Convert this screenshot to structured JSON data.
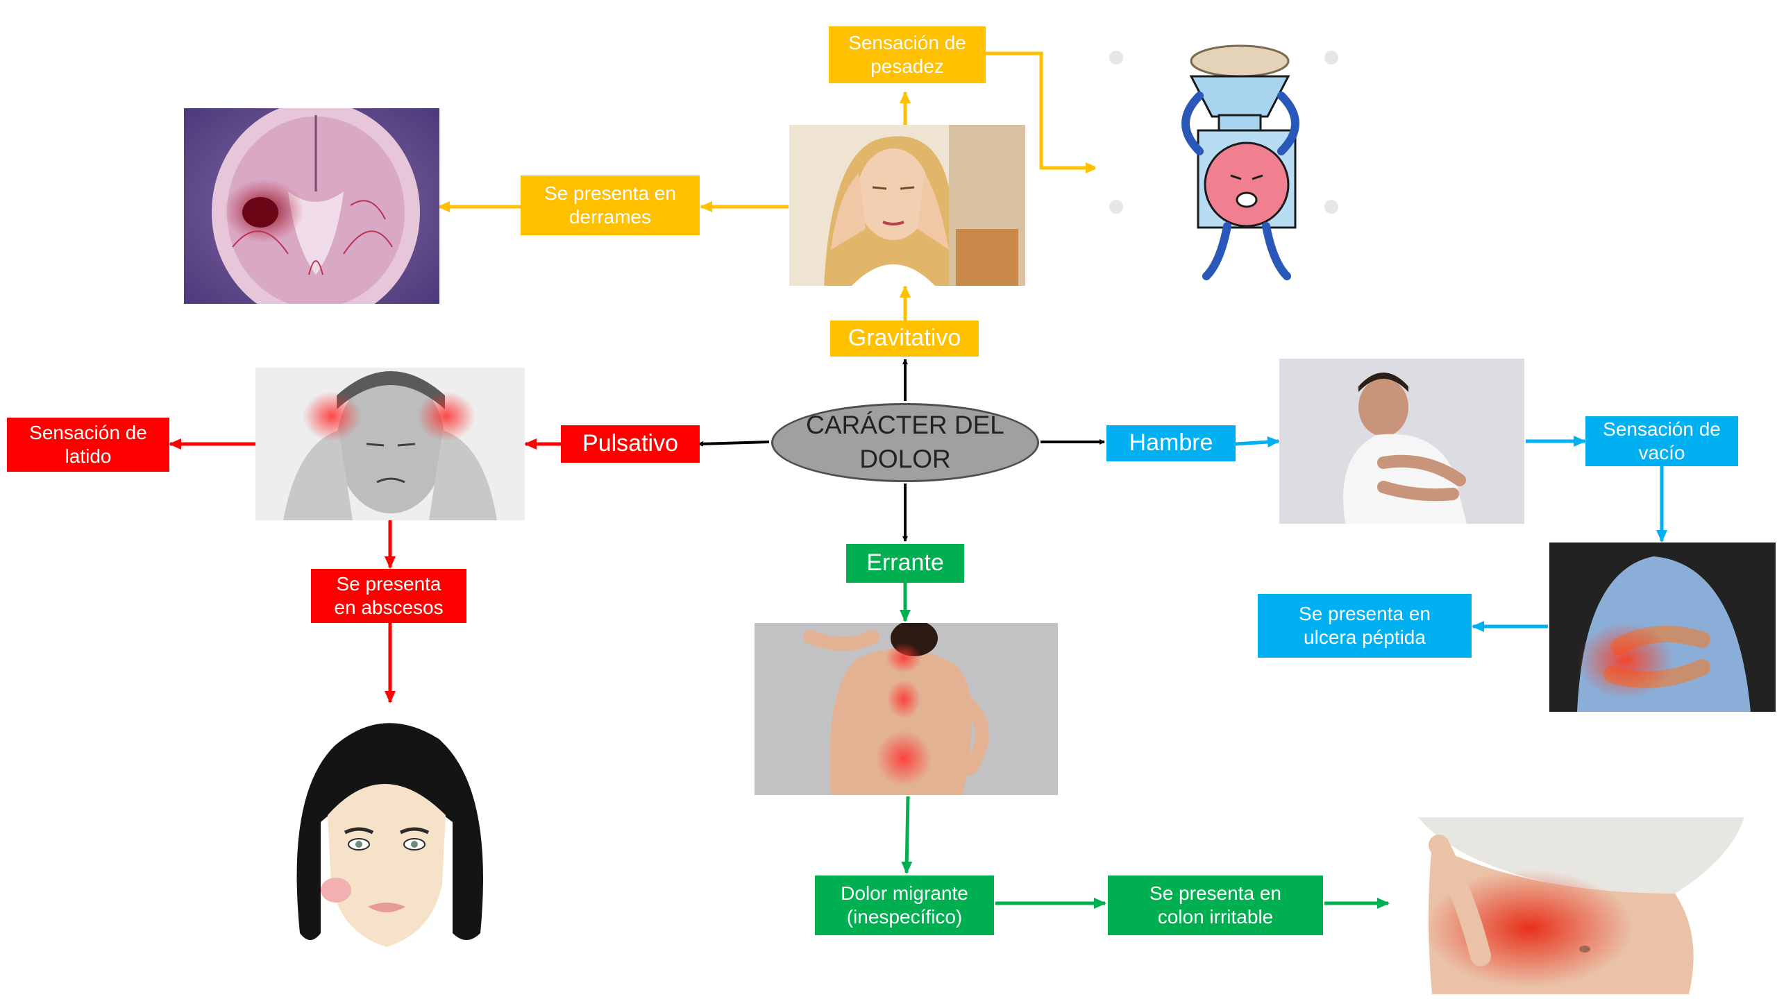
{
  "center": {
    "line1": "CARÁCTER",
    "line2": "DEL DOLOR"
  },
  "colors": {
    "yellow": "#ffc000",
    "red": "#ff0000",
    "blue": "#00b0f0",
    "green": "#00b050",
    "black": "#000000"
  },
  "gravitativo": {
    "label": "Gravitativo",
    "heaviness": {
      "line1": "Sensación de",
      "line2": "pesadez"
    },
    "occurs": {
      "line1": "Se presenta en",
      "line2": "derrames"
    }
  },
  "pulsativo": {
    "label": "Pulsativo",
    "sensation": {
      "line1": "Sensación de",
      "line2": "latido"
    },
    "occurs": {
      "line1": "Se presenta",
      "line2": "en abscesos"
    }
  },
  "hambre": {
    "label": "Hambre",
    "sensation": {
      "line1": "Sensación de",
      "line2": "vacío"
    },
    "occurs": {
      "line1": "Se presenta en",
      "line2": "ulcera péptida"
    }
  },
  "errante": {
    "label": "Errante",
    "migrant": {
      "line1": "Dolor migrante",
      "line2": "(inespecífico)"
    },
    "occurs": {
      "line1": "Se presenta en",
      "line2": "colon irritable"
    }
  }
}
